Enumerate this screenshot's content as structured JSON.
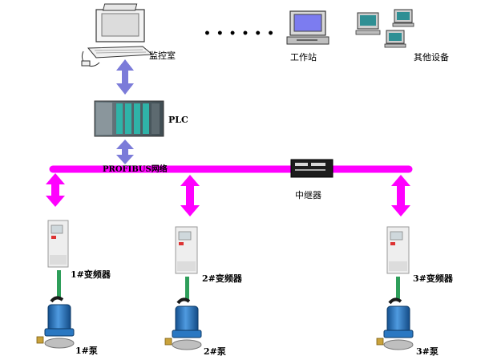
{
  "nodes": {
    "monitor_room": "监控室",
    "workstation": "工作站",
    "other_devices": "其他设备",
    "ellipsis": "• • • • • •",
    "plc": "PLC",
    "network": "PROFIBUS网络",
    "repeater": "中继器",
    "vfd": [
      "1#变频器",
      "2#变频器",
      "3#变频器"
    ],
    "pump": [
      "1#泵",
      "2#泵",
      "3#泵"
    ]
  },
  "colors": {
    "bus": "#ff00ff",
    "link_arrow": "#7b7bd9",
    "cable": "#2e9e5a",
    "pump_body": "#2a78c2",
    "vfd_body": "#eeeeee"
  },
  "icons": {
    "computer": "desktop-computer-icon",
    "plc": "plc-rack-icon",
    "repeater": "repeater-module-icon",
    "vfd": "frequency-inverter-icon",
    "pump": "submersible-pump-icon"
  }
}
